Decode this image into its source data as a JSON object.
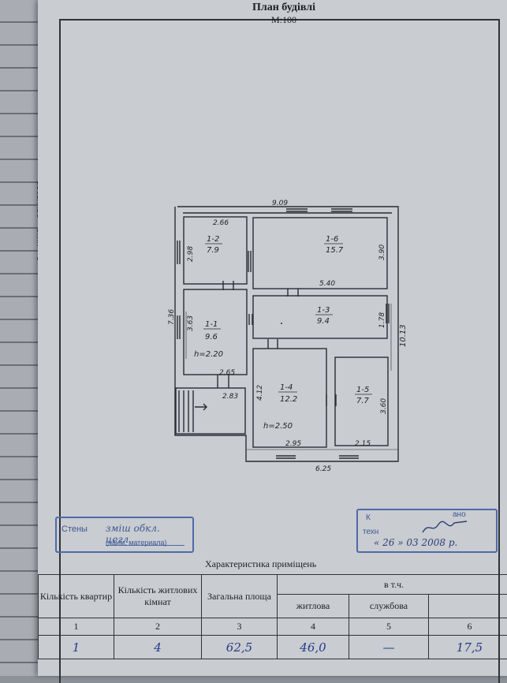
{
  "back_sheet": {
    "text": "...а\n...ника\n...олнителя"
  },
  "header": {
    "title": "План будівлі",
    "scale": "М:100"
  },
  "plan": {
    "dims": {
      "top": "9.09",
      "r12_top": "2.66",
      "r12_side": "2.98",
      "r16_side": "3.90",
      "width_540": "5.40",
      "left_total": "7.36",
      "r11_side": "3.63",
      "r13_side": "1.78",
      "right_total": "10.13",
      "r11_bottom": "2.65",
      "porch": "2.83",
      "r14_side": "4.12",
      "r15_side": "3.60",
      "r14_bottom": "2.95",
      "r15_bottom": "2.15",
      "bottom": "6.25"
    },
    "rooms": [
      {
        "id": "1-2",
        "area": "7.9"
      },
      {
        "id": "1-6",
        "area": "15.7"
      },
      {
        "id": "1-1",
        "area": "9.6"
      },
      {
        "id": "1-3",
        "area": "9.4"
      },
      {
        "id": "1-4",
        "area": "12.2"
      },
      {
        "id": "1-5",
        "area": "7.7"
      }
    ],
    "heights": {
      "h1": "h=2.20",
      "h2": "h=2.50"
    }
  },
  "stamp_left": {
    "label": "Стены",
    "value": "зміш обкл. цегл",
    "hint": "(наим. материала)"
  },
  "stamp_right": {
    "label1": "К",
    "label1b": "ано",
    "label2": "техн",
    "date": "« 26 »  03  2008 р."
  },
  "characteristics": {
    "title": "Характеристика приміщень",
    "headers": [
      "Кількість квартир",
      "Кількість житлових кімнат",
      "Загальна площа",
      "в т.ч."
    ],
    "sub_headers": [
      "житлова",
      "службова",
      ""
    ],
    "col_numbers": [
      "1",
      "2",
      "3",
      "4",
      "5",
      "6"
    ],
    "values": [
      "1",
      "4",
      "62,5",
      "46,0",
      "—",
      "17,5"
    ]
  }
}
